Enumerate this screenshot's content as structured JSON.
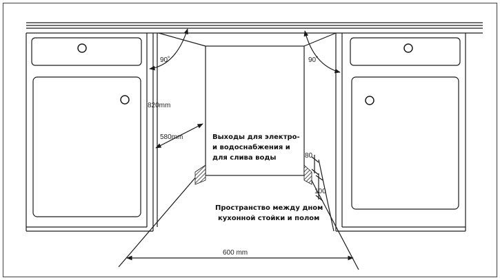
{
  "labels": {
    "angle_left": "90˚",
    "angle_right": "90˚",
    "height_total": "820mm",
    "depth": "580mm",
    "width": "600 mm",
    "dim_80": "80",
    "dim_100": "100",
    "note_outlets": [
      "Выходы для электро-",
      "и водоснабжения и",
      "для слива воды"
    ],
    "note_space": [
      "Пространство между дном",
      "кухонной стойки и полом"
    ]
  },
  "colors": {
    "line": "#1a1a1a",
    "hatch": "#666666",
    "frame": "#555555"
  }
}
